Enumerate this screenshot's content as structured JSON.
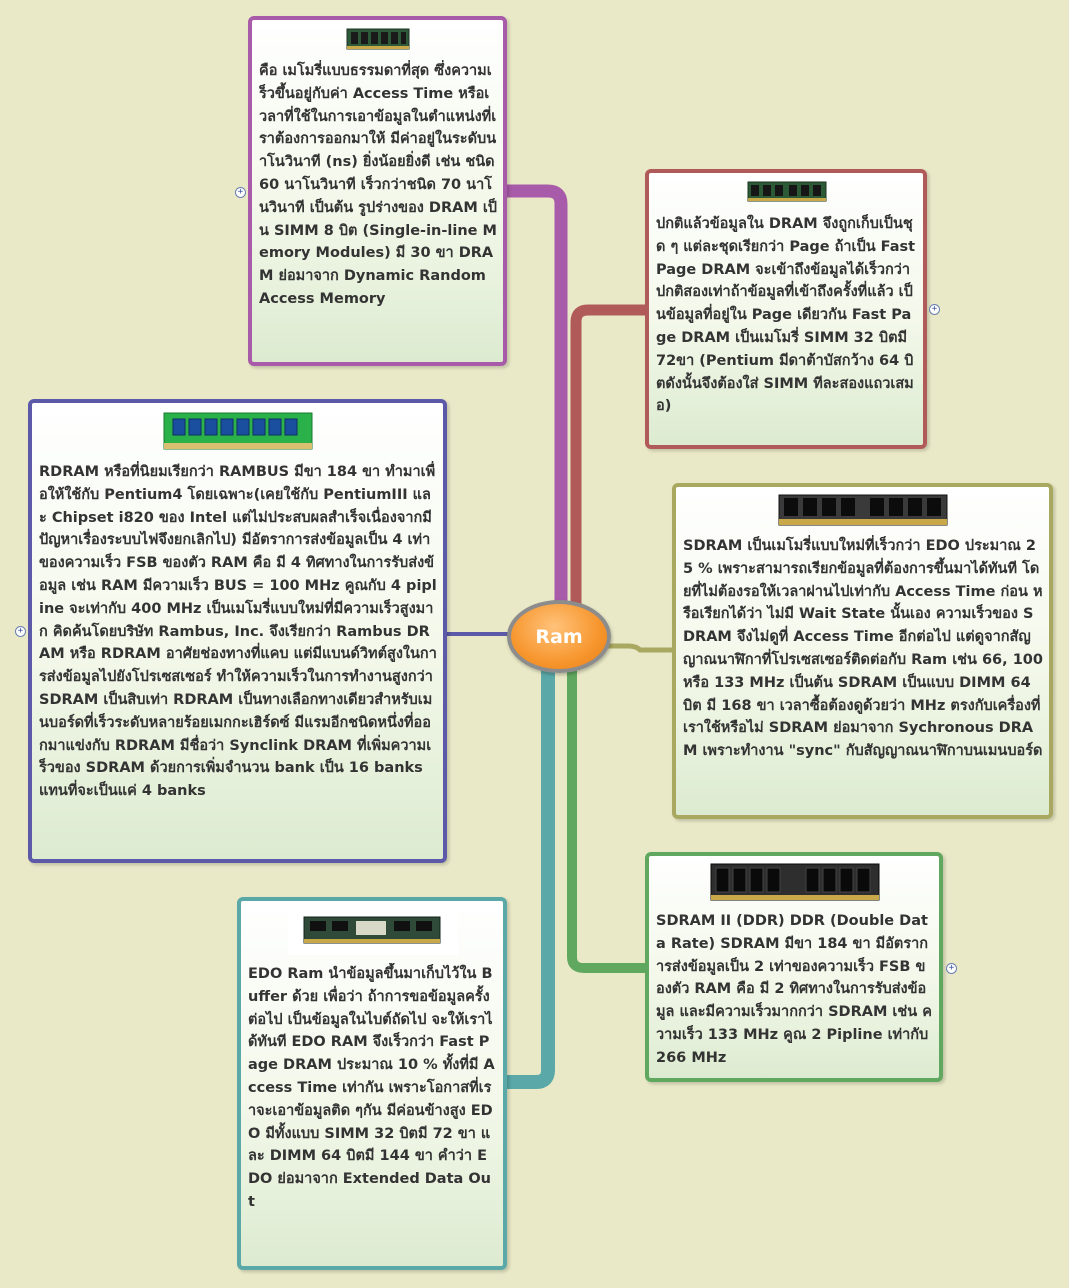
{
  "center": {
    "label": "Ram"
  },
  "colors": {
    "background": "#e9e9c7",
    "center_fill": "#f7962e",
    "purple": "#a85ba8",
    "red": "#b05a5a",
    "blue": "#5c5aa8",
    "olive": "#a8a860",
    "teal": "#5aa8a8",
    "green": "#60a860"
  },
  "nodes": {
    "dram": {
      "icon": "ram-module-icon",
      "text": "คือ เมโมรี่แบบธรรมดาที่สุด ซึ่งความเร็วขึ้นอยู่กับค่า Access Time หรือเวลาที่ใช้ในการเอาข้อมูลในตำแหน่งที่เราต้องการออกมาให้ มีค่าอยู่ในระดับนาโนวินาที (ns) ยิ่งน้อยยิ่งดี เช่น ชนิด 60 นาโนวินาที เร็วกว่าชนิด 70 นาโนวินาที เป็นต้น รูปร่างของ DRAM เป็น SIMM 8 บิต (Single-in-line Memory Modules) มี 30 ขา DRAM ย่อมาจาก Dynamic Random Access Memory"
    },
    "fast_page": {
      "icon": "ram-module-icon",
      "text": "ปกติแล้วข้อมูลใน DRAM จึงถูกเก็บเป็นชุด ๆ แต่ละชุดเรียกว่า Page ถ้าเป็น Fast Page DRAM จะเข้าถึงข้อมูลได้เร็วกว่าปกติสองเท่าถ้าข้อมูลที่เข้าถึงครั้งที่แล้ว เป็นข้อมูลที่อยู่ใน Page เดียวกัน Fast Page DRAM เป็นเมโมรี่ SIMM 32 บิตมี 72ขา (Pentium มีดาต้าบัสกว้าง 64 บิตดังนั้นจึงต้องใส่ SIMM ทีละสองแถวเสมอ)"
    },
    "rdram": {
      "icon": "rdram-module-icon",
      "text": "RDRAM หรือที่นิยมเรียกว่า RAMBUS มีขา 184 ขา ทำมาเพื่อให้ใช้กับ Pentium4 โดยเฉพาะ(เคยใช้กับ PentiumIII และ Chipset i820 ของ Intel แต่ไม่ประสบผลสำเร็จเนื่องจากมีปัญหาเรื่องระบบไฟจึงยกเลิกไป) มีอัตราการส่งข้อมูลเป็น 4 เท่าของความเร็ว FSB ของตัว RAM คือ มี 4 ทิศทางในการรับส่งข้อมูล เช่น RAM มีความเร็ว BUS = 100 MHz คูณกับ 4 pipline จะเท่ากับ 400 MHz เป็นเมโมรี่แบบใหม่ที่มีความเร็วสูงมาก คิดค้นโดยบริษัท Rambus, Inc. จึงเรียกว่า Rambus DRAM หรือ RDRAM อาศัยช่องทางที่แคบ แต่มีแบนด์วิทต์สูงในการส่งข้อมูลไปยังโปรเซสเซอร์ ทำให้ความเร็วในการทำงานสูงกว่า SDRAM เป็นสิบเท่า RDRAM เป็นทางเลือกทางเดียวสำหรับเมนบอร์ดที่เร็วระดับหลายร้อยเมกกะเฮิร์ดซ์ มีแรมอีกชนิดหนึ่งที่ออกมาแข่งกับ RDRAM มีชื่อว่า Synclink DRAM ที่เพิ่มความเร็วของ SDRAM ด้วยการเพิ่มจำนวน bank เป็น 16 banks แทนที่จะเป็นแค่ 4 banks"
    },
    "sdram": {
      "icon": "sdram-module-icon",
      "text": "SDRAM เป็นเมโมรี่แบบใหม่ที่เร็วกว่า EDO ประมาณ 25 % เพราะสามารถเรียกข้อมูลที่ต้องการขึ้นมาได้ทันที โดยที่ไม่ต้องรอให้เวลาผ่านไปเท่ากับ Access Time ก่อน หรือเรียกได้ว่า ไม่มี Wait State นั้นเอง ความเร็วของ SDRAM จึงไม่ดูที่ Access Time อีกต่อไป แต่ดูจากสัญญาณนาฬิกาที่โปรเซสเซอร์ติดต่อกับ Ram เช่น 66, 100 หรือ 133 MHz เป็นต้น SDRAM เป็นแบบ DIMM 64 บิต มี 168 ขา เวลาซื้อต้องดูด้วยว่า MHz ตรงกับเครื่องที่เราใช้หรือไม่ SDRAM ย่อมาจาก Sychronous DRAM เพราะทำงาน \"sync\" กับสัญญาณนาฬิกาบนเมนบอร์ด"
    },
    "edo": {
      "icon": "edo-module-icon",
      "text": "EDO Ram นำข้อมูลขึ้นมาเก็บไว้ใน Buffer ด้วย เพื่อว่า ถ้าการขอข้อมูลครั้งต่อไป เป็นข้อมูลในไบต์ถัดไป จะให้เราได้ทันที EDO RAM จึงเร็วกว่า Fast Page DRAM ประมาณ 10 % ทั้งที่มี Access Time เท่ากัน เพราะโอกาสที่เราจะเอาข้อมูลติด ๆกัน มีค่อนข้างสูง EDO มีทั้งแบบ SIMM 32 บิตมี 72 ขา และ DIMM 64 บิตมี 144 ขา คำว่า EDO ย่อมาจาก Extended Data Out"
    },
    "ddr": {
      "icon": "ddr-module-icon",
      "text": "SDRAM II (DDR) DDR (Double Data Rate) SDRAM มีขา 184 ขา มีอัตราการส่งข้อมูลเป็น 2 เท่าของความเร็ว FSB ของตัว RAM คือ มี 2 ทิศทางในการรับส่งข้อมูล และมีความเร็วมากกว่า SDRAM เช่น ความเร็ว 133 MHz คูณ 2 Pipline เท่ากับ 266 MHz"
    }
  }
}
